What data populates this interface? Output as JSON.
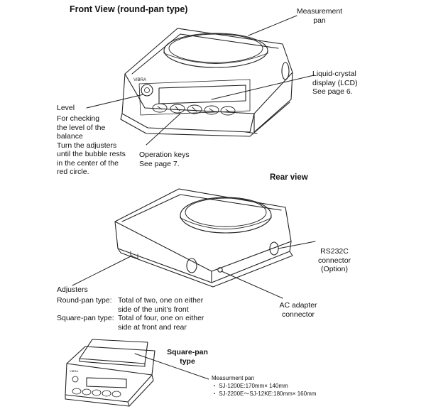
{
  "front": {
    "title": "Front View (round-pan type)",
    "pan_label": "Measurement\npan",
    "lcd_label": "Liquid-crystal\ndisplay (LCD)\nSee page 6.",
    "level_title": "Level",
    "level_desc": "For checking\nthe level of the\nbalance\nTurn the adjusters\nuntil the bubble rests\nin the center of the\nred circle.",
    "keys_label": "Operation keys\nSee page 7.",
    "brand": "VIBRA"
  },
  "rear": {
    "title": "Rear view",
    "rs232_label": "RS232C\nconnector\n(Option)",
    "ac_label": "AC adapter\nconnector",
    "adjusters_title": "Adjusters",
    "round_key": "Round-pan type:",
    "round_val": "Total of two, one on either\nside of the unit’s front",
    "square_key": "Square-pan type:",
    "square_val": "Total of four, one on either\nside at front and rear"
  },
  "square": {
    "title": "Square-pan\ntype",
    "pan_title": "Measurment pan",
    "spec1": "・ SJ-1200E:170mm× 140mm",
    "spec2": "・ SJ-2200E〜SJ-12KE:180mm× 160mm"
  }
}
